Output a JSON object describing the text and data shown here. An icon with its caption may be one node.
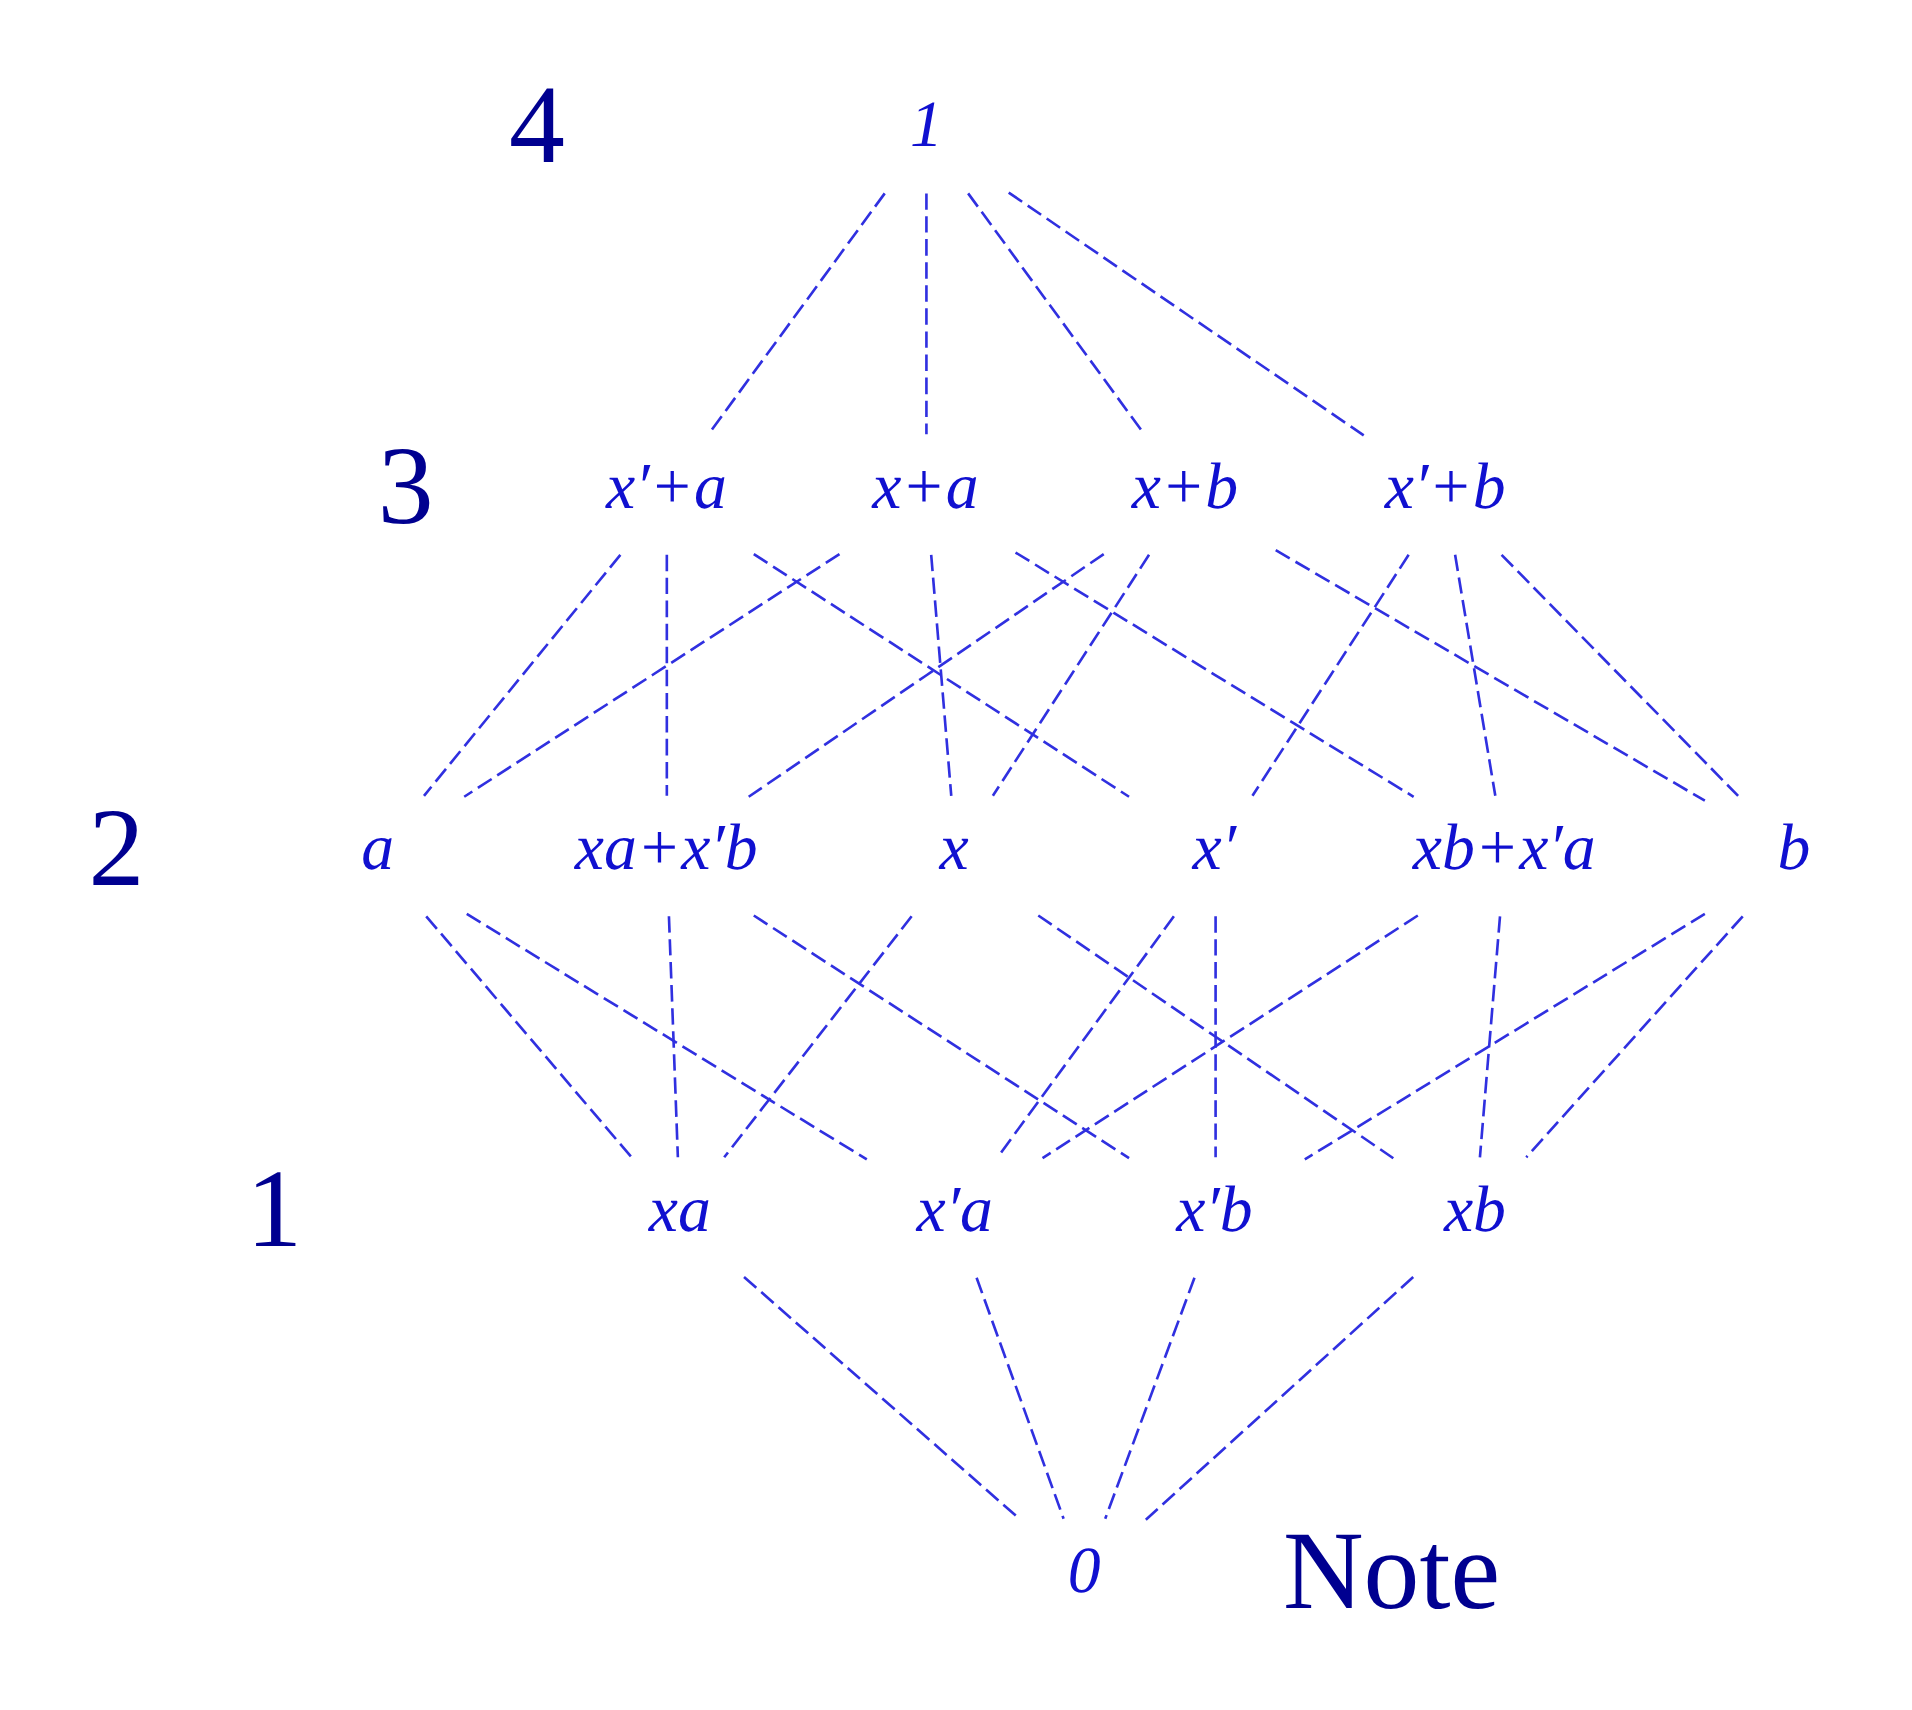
{
  "diagram": {
    "nodes": [
      {
        "text": [
          "1"
        ]
      },
      {
        "text": [
          "x′+a"
        ]
      },
      {
        "text": [
          "x+a"
        ]
      },
      {
        "text": [
          "x+b"
        ]
      },
      {
        "text": [
          "x′+b"
        ]
      },
      {
        "text": [
          "a"
        ]
      },
      {
        "text": [
          "xa+x′b"
        ]
      },
      {
        "text": [
          "x"
        ]
      },
      {
        "text": [
          "x′"
        ]
      },
      {
        "text": [
          "xb+x′a"
        ]
      },
      {
        "text": [
          "b"
        ]
      },
      {
        "text": [
          "xa"
        ]
      },
      {
        "text": [
          "x′a"
        ]
      },
      {
        "text": [
          "x′b"
        ]
      },
      {
        "text": [
          "xb"
        ]
      },
      {
        "text": [
          "0"
        ]
      }
    ],
    "edges": [
      {
        "from": 0,
        "to": 1,
        "arrow": "none"
      },
      {
        "from": 0,
        "to": 2,
        "arrow": "none"
      },
      {
        "from": 0,
        "to": 3,
        "arrow": "none"
      },
      {
        "from": 0,
        "to": 4,
        "arrow": "none"
      },
      {
        "from": 1,
        "to": 5,
        "arrow": "none"
      },
      {
        "from": 1,
        "to": 6,
        "arrow": "none"
      },
      {
        "from": 1,
        "to": 8,
        "arrow": "none"
      },
      {
        "from": 2,
        "to": 5,
        "arrow": "none"
      },
      {
        "from": 2,
        "to": 7,
        "arrow": "none"
      },
      {
        "from": 2,
        "to": 9,
        "arrow": "none"
      },
      {
        "from": 3,
        "to": 6,
        "arrow": "none"
      },
      {
        "from": 3,
        "to": 7,
        "arrow": "none"
      },
      {
        "from": 3,
        "to": 10,
        "arrow": "none"
      },
      {
        "from": 4,
        "to": 8,
        "arrow": "none"
      },
      {
        "from": 4,
        "to": 9,
        "arrow": "none"
      },
      {
        "from": 4,
        "to": 10,
        "arrow": "none"
      },
      {
        "from": 5,
        "to": 11,
        "arrow": "none"
      },
      {
        "from": 5,
        "to": 12,
        "arrow": "none"
      },
      {
        "from": 6,
        "to": 11,
        "arrow": "none"
      },
      {
        "from": 6,
        "to": 13,
        "arrow": "none"
      },
      {
        "from": 7,
        "to": 11,
        "arrow": "none"
      },
      {
        "from": 7,
        "to": 14,
        "arrow": "none"
      },
      {
        "from": 8,
        "to": 12,
        "arrow": "none"
      },
      {
        "from": 8,
        "to": 13,
        "arrow": "none"
      },
      {
        "from": 9,
        "to": 12,
        "arrow": "none"
      },
      {
        "from": 9,
        "to": 14,
        "arrow": "none"
      },
      {
        "from": 10,
        "to": 13,
        "arrow": "none"
      },
      {
        "from": 10,
        "to": 14,
        "arrow": "none"
      },
      {
        "from": 11,
        "to": 15,
        "arrow": "none"
      },
      {
        "from": 12,
        "to": 15,
        "arrow": "none"
      },
      {
        "from": 13,
        "to": 15,
        "arrow": "none"
      },
      {
        "from": 14,
        "to": 15,
        "arrow": "none"
      }
    ],
    "labels": [
      "4",
      "3",
      "2",
      "1",
      "Note"
    ]
  }
}
